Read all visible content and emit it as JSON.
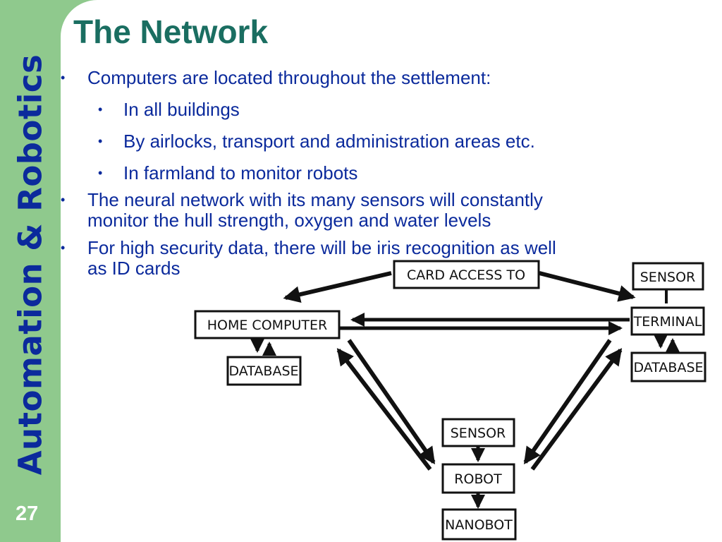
{
  "slide": {
    "title": "The Network",
    "sidebar_title": "Automation & Robotics",
    "page_number": "27",
    "bullet_char": "•",
    "bullets": [
      {
        "text": "Computers are located throughout the settlement:",
        "sub": [
          "In all buildings",
          "By airlocks, transport and administration areas etc.",
          "In farmland to monitor robots"
        ]
      },
      {
        "text_lines": [
          "The neural network with its many sensors will constantly",
          "monitor the hull strength, oxygen and water levels"
        ]
      },
      {
        "text_lines": [
          "For high security data, there will be iris recognition as well",
          "as ID cards"
        ]
      }
    ]
  },
  "diagram": {
    "nodes": {
      "card_access": "CARD ACCESS TO",
      "sensor_top": "SENSOR",
      "terminal": "TERMINAL",
      "database_right": "DATABASE",
      "home_computer": "HOME COMPUTER",
      "database_left": "DATABASE",
      "sensor_bottom": "SENSOR",
      "robot": "ROBOT",
      "nanobot": "NANOBOT"
    }
  }
}
